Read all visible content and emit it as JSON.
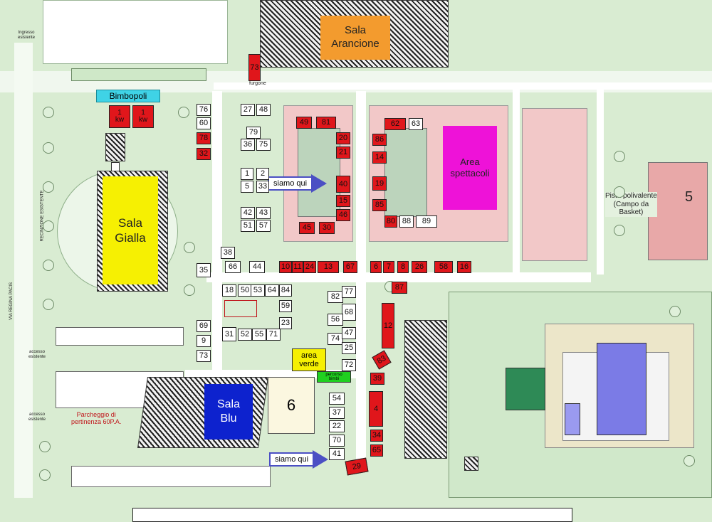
{
  "colors": {
    "grass": "#d9ecd2",
    "path": "#ffffff",
    "sala_arancione": "#f39b2e",
    "sala_gialla": "#f6f002",
    "sala_blu": "#0d22ce",
    "area_spettacoli": "#ee12d8",
    "stand_red": "#e0161b",
    "bimbopoli": "#3fd3e6",
    "area_verde": "#f6f002",
    "percorso_bimbi": "#20d020",
    "court_pink": "#f2c8c8",
    "tennis_green": "#bcd4bc",
    "pool": "#7b7be6",
    "siamo_qui_border": "#4b4fc4"
  },
  "halls": {
    "arancione": "Sala\nArancione",
    "gialla": "Sala\nGialla",
    "blu": "Sala\nBlu",
    "spettacoli": "Area\nspettacoli"
  },
  "labels": {
    "bimbopoli": "Bimbopoli",
    "kw": "1\nkw",
    "siamo_qui": "siamo qui",
    "area_verde": "area\nverde",
    "percorso_bimbi": "percorso\nbimbi",
    "pista": "Pista polivalente\n(Campo da\nBasket)",
    "pista_num": "5",
    "area_six": "6",
    "parcheggio": "Parcheggio di\npertinenza 60P.A.",
    "ingresso": "Ingresso\nesistente",
    "accesso_1": "accesso\nesistente",
    "accesso_2": "accesso\nesistente",
    "via": "VIA REGINA PACIS",
    "recinzione": "RECINZIONE ESISTENTE",
    "furgone": "furgone",
    "stand_73": "73"
  },
  "stands": [
    {
      "n": "76",
      "c": "white"
    },
    {
      "n": "60",
      "c": "white"
    },
    {
      "n": "78",
      "c": "red"
    },
    {
      "n": "32",
      "c": "red"
    },
    {
      "n": "27",
      "c": "white"
    },
    {
      "n": "48",
      "c": "white"
    },
    {
      "n": "79",
      "c": "white"
    },
    {
      "n": "36",
      "c": "white"
    },
    {
      "n": "75",
      "c": "white"
    },
    {
      "n": "1",
      "c": "white"
    },
    {
      "n": "2",
      "c": "white"
    },
    {
      "n": "5",
      "c": "white"
    },
    {
      "n": "33",
      "c": "white"
    },
    {
      "n": "42",
      "c": "white"
    },
    {
      "n": "43",
      "c": "white"
    },
    {
      "n": "51",
      "c": "white"
    },
    {
      "n": "57",
      "c": "white"
    },
    {
      "n": "49",
      "c": "red"
    },
    {
      "n": "81",
      "c": "red"
    },
    {
      "n": "20",
      "c": "red"
    },
    {
      "n": "21",
      "c": "red"
    },
    {
      "n": "40",
      "c": "red"
    },
    {
      "n": "15",
      "c": "red"
    },
    {
      "n": "46",
      "c": "red"
    },
    {
      "n": "45",
      "c": "red"
    },
    {
      "n": "30",
      "c": "red"
    },
    {
      "n": "62",
      "c": "red"
    },
    {
      "n": "63",
      "c": "white"
    },
    {
      "n": "86",
      "c": "red"
    },
    {
      "n": "14",
      "c": "red"
    },
    {
      "n": "19",
      "c": "red"
    },
    {
      "n": "85",
      "c": "red"
    },
    {
      "n": "80",
      "c": "red"
    },
    {
      "n": "88",
      "c": "white"
    },
    {
      "n": "89",
      "c": "white"
    },
    {
      "n": "38",
      "c": "white"
    },
    {
      "n": "66",
      "c": "white"
    },
    {
      "n": "44",
      "c": "white"
    },
    {
      "n": "35",
      "c": "white"
    },
    {
      "n": "10",
      "c": "red"
    },
    {
      "n": "11",
      "c": "red"
    },
    {
      "n": "24",
      "c": "red"
    },
    {
      "n": "13",
      "c": "red"
    },
    {
      "n": "67",
      "c": "red"
    },
    {
      "n": "6",
      "c": "red"
    },
    {
      "n": "7",
      "c": "red"
    },
    {
      "n": "8",
      "c": "red"
    },
    {
      "n": "26",
      "c": "red"
    },
    {
      "n": "58",
      "c": "red"
    },
    {
      "n": "16",
      "c": "red"
    },
    {
      "n": "87",
      "c": "red"
    },
    {
      "n": "18",
      "c": "white"
    },
    {
      "n": "50",
      "c": "white"
    },
    {
      "n": "53",
      "c": "white"
    },
    {
      "n": "64",
      "c": "white"
    },
    {
      "n": "84",
      "c": "white"
    },
    {
      "n": "82",
      "c": "white"
    },
    {
      "n": "77",
      "c": "white"
    },
    {
      "n": "59",
      "c": "white"
    },
    {
      "n": "68",
      "c": "white"
    },
    {
      "n": "56",
      "c": "white"
    },
    {
      "n": "23",
      "c": "white"
    },
    {
      "n": "12",
      "c": "red"
    },
    {
      "n": "69",
      "c": "white"
    },
    {
      "n": "31",
      "c": "white"
    },
    {
      "n": "52",
      "c": "white"
    },
    {
      "n": "55",
      "c": "white"
    },
    {
      "n": "71",
      "c": "white"
    },
    {
      "n": "74",
      "c": "white"
    },
    {
      "n": "47",
      "c": "white"
    },
    {
      "n": "9",
      "c": "white"
    },
    {
      "n": "25",
      "c": "white"
    },
    {
      "n": "73",
      "c": "white"
    },
    {
      "n": "72",
      "c": "white"
    },
    {
      "n": "83",
      "c": "red"
    },
    {
      "n": "39",
      "c": "red"
    },
    {
      "n": "54",
      "c": "white"
    },
    {
      "n": "37",
      "c": "white"
    },
    {
      "n": "22",
      "c": "white"
    },
    {
      "n": "70",
      "c": "white"
    },
    {
      "n": "41",
      "c": "white"
    },
    {
      "n": "4",
      "c": "red"
    },
    {
      "n": "34",
      "c": "red"
    },
    {
      "n": "65",
      "c": "red"
    },
    {
      "n": "29",
      "c": "red"
    }
  ]
}
